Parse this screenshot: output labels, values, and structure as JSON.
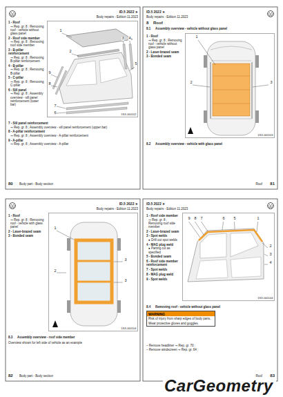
{
  "diagram": {
    "nodes": [
      {
        "text": [
          "1SX-000102"
        ]
      },
      {
        "text": [
          "1SX-000103"
        ]
      },
      {
        "text": [
          "1SX-000104"
        ]
      },
      {
        "text": [
          "1SX-000144"
        ]
      },
      {
        "text": [
          "WARNING",
          "Risk of injury from sharp edges of body parts.",
          "Wear protective gloves and goggles."
        ]
      }
    ],
    "labels": [
      "ID.5 2022 ➤",
      "Body repairs - Edition 11.2023",
      "1 - Roof",
      "⇒ Rep. gr. 8 ; Removing roof - vehicle without glass panel",
      "2 - Roof side member",
      "⇒ Rep. gr. 8 ; Removing roof side member",
      "3 - B-pillar reinforcement",
      "⇒ Rep. gr. 8 ; Removing B-pillar reinforcement",
      "4 - B-pillar",
      "⇒ Rep. gr. 8 ; Removing B-pillar",
      "5 - C-pillar",
      "⇒ Rep. gr. 8 ; Removing C-pillar",
      "6 - Sill panel",
      "⇒ Rep. gr. 8 ; Assembly overview - sill panel reinforcement (lower bar)",
      "7 - Sill panel reinforcement",
      "⇒ Rep. gr. 8 ; Assembly overview - sill panel reinforcement (upper bar)",
      "8 - A-pillar reinforcement",
      "⇒ Rep. gr. 8 ; Assembly overview - A-pillar reinforcement",
      "9 - A-pillar",
      "⇒ Rep. gr. 8 ; Assembly overview - A-pillar",
      "80",
      "Body part - Body section",
      "1",
      "2",
      "3",
      "4",
      "5",
      "6",
      "7",
      "8",
      "9",
      "ID.5 2022 ➤",
      "Body repairs - Edition 11.2023",
      "8",
      "Roof",
      "8.1",
      "Assembly overview - vehicle without glass panel",
      "1 - Roof",
      "⇒ Rep. gr. 8 ; Removing roof - vehicle without glass panel",
      "2 - Laser-brazed seam",
      "3 - Bonded seam",
      "1",
      "2",
      "3",
      "8.2",
      "Assembly overview - vehicle with glass panel",
      "Roof",
      "81",
      "ID.5 2022 ➤",
      "Body repairs - Edition 11.2023",
      "1 - Roof",
      "⇒ Rep. gr. 8 ; Removing roof - vehicle with glass panel",
      "2 - Laser-brazed seam",
      "3 - Bonded seam",
      "1",
      "2",
      "3",
      "3",
      "8.3",
      "Assembly overview - roof side member",
      "Overview shown for left side of vehicle as an example",
      "82",
      "Body part - Body section",
      "ID.5 2022 ➤",
      "Body repairs - Edition 11.2023",
      "1 - Roof side member",
      "⇒ Rep. gr. 8 ; Removing roof side member",
      "2 - Laser-brazed seam",
      "3 - Spot welds",
      "● Drill out spot welds",
      "4 - MAG plug weld",
      "● Parting cut as specified",
      "5 - Bonded seam",
      "6 - Roof side member reinforcement",
      "7 - Spot welds",
      "8 - MAG plug weld",
      "9 - Spot welds",
      "9",
      "8",
      "7",
      "6",
      "5",
      "1",
      "2",
      "3",
      "4",
      "8.4",
      "Removing roof - vehicle without glass panel",
      "– Remove headliner ⇒ Rep. gr. 70 ;",
      "– Remove windscreen ⇒ Rep. gr. 64 ;",
      "Roof",
      "83",
      "CarGeometry"
    ]
  }
}
